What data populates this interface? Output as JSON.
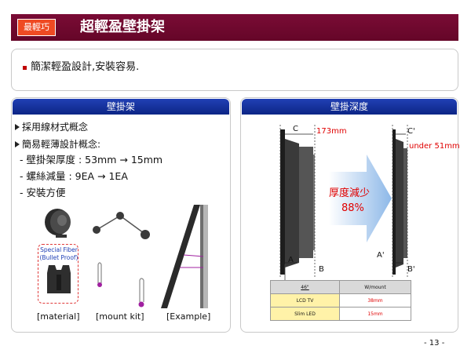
{
  "header": {
    "tag": "最輕巧",
    "title": "超輕盈壁掛架"
  },
  "intro": {
    "text": "簡潔輕盈設計,安裝容易."
  },
  "left_panel": {
    "title": "壁掛架",
    "bullets": [
      "採用線材式概念",
      "簡易輕薄設計概念:"
    ],
    "details": [
      "- 壁掛架厚度 : 53mm → 15mm",
      "- 螺絲減量 : 9EA → 1EA",
      "- 安裝方便"
    ],
    "special_label": "Special Fiber (Bullet Proof)",
    "captions": [
      "[material]",
      "[mount kit]",
      "[Example]"
    ]
  },
  "right_panel": {
    "title": "壁掛深度",
    "labels": {
      "c": "C",
      "c_prime": "C'",
      "a": "A",
      "b": "B",
      "a_prime": "A'",
      "b_prime": "B'"
    },
    "before_depth": "173mm",
    "after_depth": "under 51mm",
    "reduction_label": "厚度減少",
    "reduction_pct": "88%",
    "table": {
      "headers": [
        "46\"",
        "W/mount"
      ],
      "rows": [
        {
          "model": "LCD TV",
          "value": "38mm"
        },
        {
          "model": "Slim LED",
          "value": "15mm"
        }
      ]
    }
  },
  "footer": {
    "page": "- 13 -"
  },
  "colors": {
    "header_bg": "#6e0830",
    "tag_bg": "#ef4a23",
    "panel_head": "#1a35a6",
    "accent_red": "#e00000"
  }
}
